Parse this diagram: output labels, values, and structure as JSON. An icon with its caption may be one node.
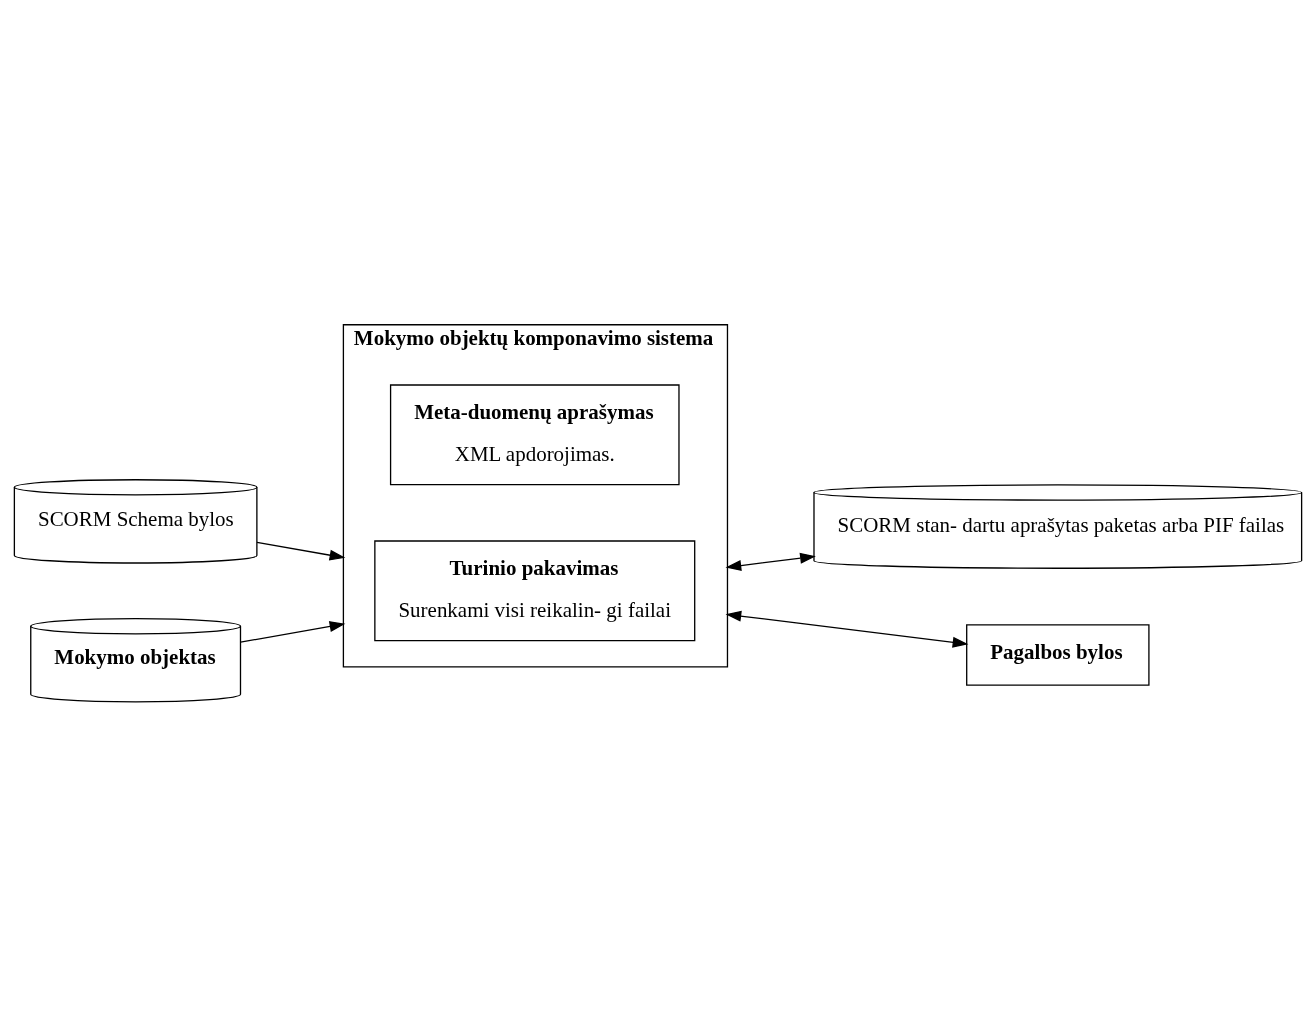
{
  "diagram": {
    "nodes": [
      {
        "text": [
          "SCORM Schema bylos"
        ]
      },
      {
        "text": [
          "Mokymo objektas"
        ]
      },
      {
        "text": [
          "Mokymo objektų komponavimo sistema"
        ]
      },
      {
        "text": [
          "Meta-duomenų aprašymas",
          "XML apdorojimas."
        ],
        "in": 2
      },
      {
        "text": [
          "Turinio pakavimas",
          "Surenkami visi reikalin- gi failai"
        ],
        "in": 2
      },
      {
        "text": [
          "SCORM stan- dartu aprašytas paketas arba PIF failas"
        ]
      },
      {
        "text": [
          "Pagalbos bylos"
        ]
      }
    ],
    "edges": [
      {
        "from": 0,
        "to": 2,
        "arrow": "to"
      },
      {
        "from": 1,
        "to": 2,
        "arrow": "to"
      },
      {
        "from": 2,
        "to": 5,
        "arrow": "both"
      },
      {
        "from": 2,
        "to": 6,
        "arrow": "both"
      }
    ]
  }
}
